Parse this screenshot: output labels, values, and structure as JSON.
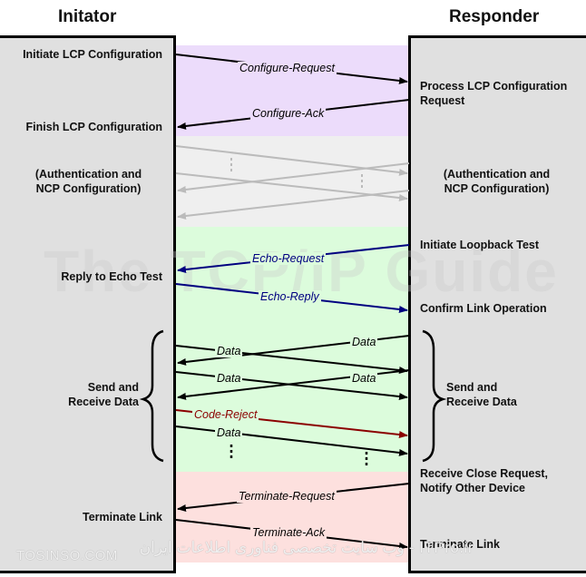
{
  "headers": {
    "left": "Initator",
    "right": "Responder"
  },
  "phases": {
    "lcp": {
      "color": "#ecdcfb"
    },
    "auth": {
      "color": "#efefef"
    },
    "open": {
      "color": "#dcfcdc"
    },
    "terminate": {
      "color": "#fde0de"
    }
  },
  "initiator_labels": {
    "initiate_lcp": "Initiate LCP Configuration",
    "finish_lcp": "Finish LCP Configuration",
    "auth_line1": "(Authentication and",
    "auth_line2": "NCP Configuration)",
    "reply_echo": "Reply to Echo Test",
    "send_line1": "Send and",
    "send_line2": "Receive Data",
    "terminate": "Terminate Link"
  },
  "responder_labels": {
    "process_line1": "Process LCP Configuration",
    "process_line2": "Request",
    "auth_line1": "(Authentication and",
    "auth_line2": "NCP Configuration)",
    "loopback": "Initiate Loopback Test",
    "confirm": "Confirm Link Operation",
    "send_line1": "Send and",
    "send_line2": "Receive Data",
    "close_line1": "Receive Close Request,",
    "close_line2": "Notify Other Device",
    "terminate": "Terminate Link"
  },
  "messages": [
    {
      "label": "Configure-Request",
      "direction": "to-responder",
      "color": "#000000"
    },
    {
      "label": "Configure-Ack",
      "direction": "to-initiator",
      "color": "#000000"
    },
    {
      "label": "Echo-Request",
      "direction": "to-initiator",
      "color": "#000080"
    },
    {
      "label": "Echo-Reply",
      "direction": "to-responder",
      "color": "#000080"
    },
    {
      "label": "Data",
      "direction": "to-responder",
      "color": "#000000"
    },
    {
      "label": "Data",
      "direction": "to-initiator",
      "color": "#000000"
    },
    {
      "label": "Data",
      "direction": "to-responder",
      "color": "#000000"
    },
    {
      "label": "Data",
      "direction": "to-initiator",
      "color": "#000000"
    },
    {
      "label": "Code-Reject",
      "direction": "to-responder",
      "color": "#8b0000"
    },
    {
      "label": "Data",
      "direction": "to-responder",
      "color": "#000000"
    },
    {
      "label": "Terminate-Request",
      "direction": "to-initiator",
      "color": "#000000"
    },
    {
      "label": "Terminate-Ack",
      "direction": "to-responder",
      "color": "#000000"
    }
  ],
  "watermarks": {
    "main": "The TCP/IP Guide",
    "site": "TOSINSO.COM",
    "persian": "ITPro.ir - وب سایت تخصصی فناوری اطلاعات ایران"
  }
}
